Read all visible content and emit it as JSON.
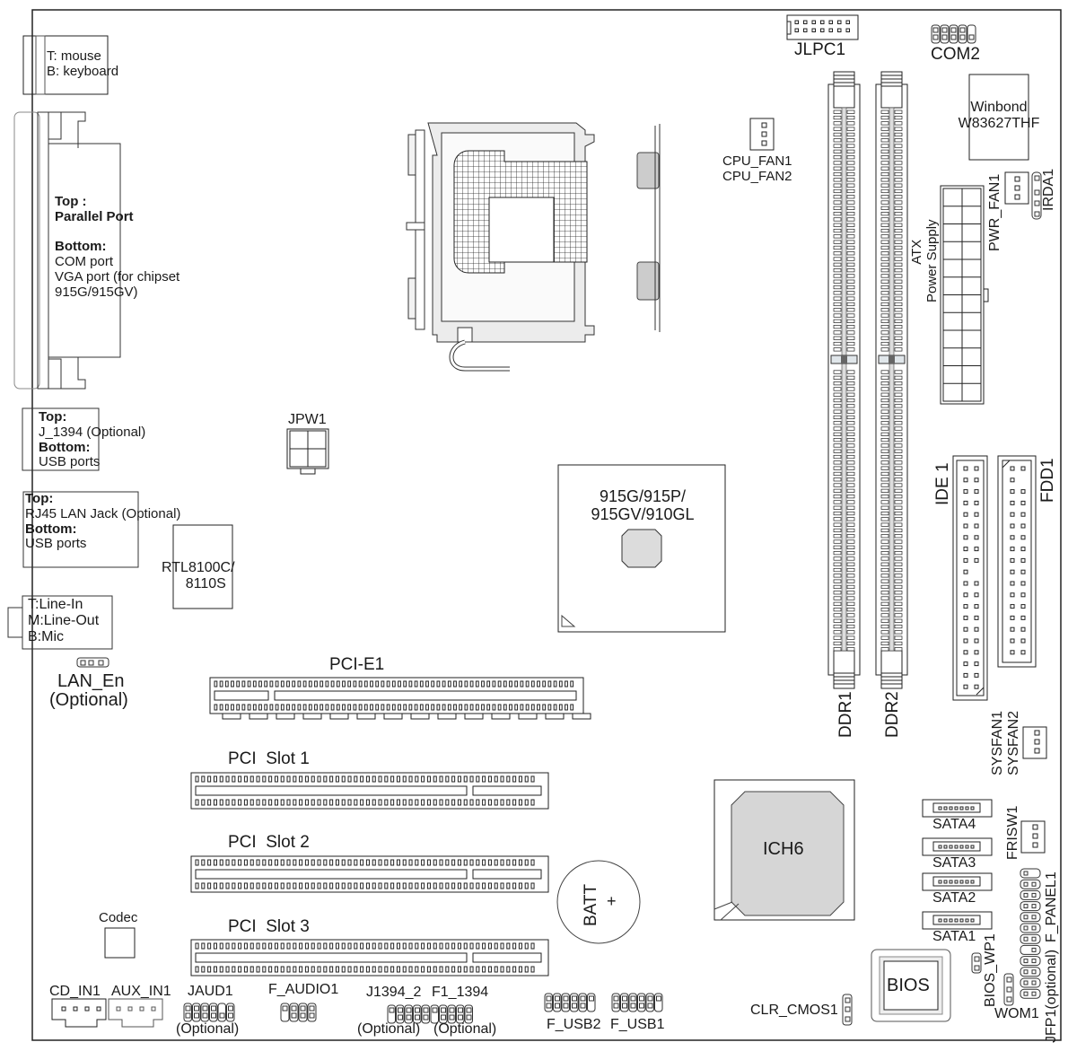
{
  "board": {
    "back_panel": {
      "ps2": [
        "T: mouse",
        "B: keyboard"
      ],
      "parallel": {
        "top_heading": "Top :",
        "top_item": "Parallel Port",
        "bottom_heading": "Bottom:",
        "bottom_items": [
          "COM port",
          "VGA port (for chipset",
          "915G/915GV)"
        ]
      },
      "j1394_usb": {
        "top_heading": "Top:",
        "top_item": "J_1394 (Optional)",
        "bottom_heading": "Bottom:",
        "bottom_item": "USB ports"
      },
      "lan_usb": {
        "top_heading": "Top:",
        "top_item": "RJ45 LAN Jack (Optional)",
        "bottom_heading": "Bottom:",
        "bottom_item": "USB ports"
      },
      "audio": [
        "T:Line-In",
        "M:Line-Out",
        "B:Mic"
      ]
    },
    "components": {
      "lan_en": "LAN_En",
      "lan_en_note": "(Optional)",
      "rtl": [
        "RTL8100C/",
        "8110S"
      ],
      "jpw1": "JPW1",
      "jlpc1": "JLPC1",
      "com2": "COM2",
      "cpu_fan": [
        "CPU_FAN1",
        "CPU_FAN2"
      ],
      "winbond": [
        "Winbond",
        "W83627THF"
      ],
      "pwr_fan": "PWR_FAN1",
      "irda": "IRDA1",
      "atx": [
        "ATX",
        "Power Supply"
      ],
      "northbridge": [
        "915G/915P/",
        "915GV/910GL"
      ],
      "ide": "IDE 1",
      "fdd": "FDD1",
      "ddr1": "DDR1",
      "ddr2": "DDR2",
      "sysfan": [
        "SYSFAN1",
        "SYSFAN2"
      ],
      "pcie": "PCI-E1",
      "pci1": "PCI  Slot 1",
      "pci2": "PCI  Slot 2",
      "pci3": "PCI  Slot 3",
      "batt": "BATT",
      "batt_sign": "+",
      "ich6": "ICH6",
      "sata": [
        "SATA4",
        "SATA3",
        "SATA2",
        "SATA1"
      ],
      "frisw": "FRISW1",
      "f_panel": "F_PANEL1",
      "jfp1": "JFP1(optional)",
      "bios": "BIOS",
      "bios_wp": "BIOS_WP1",
      "wom": "WOM1",
      "clr_cmos": "CLR_CMOS1",
      "codec": "Codec",
      "cd_in": "CD_IN1",
      "aux_in": "AUX_IN1",
      "jaud": "JAUD1",
      "jaud_note": "(Optional)",
      "f_audio": "F_AUDIO1",
      "j1394_2": "J1394_2",
      "f1_1394": "F1_1394",
      "j1394_note": "(Optional)",
      "f1394_note": "(Optional)",
      "f_usb2": "F_USB2",
      "f_usb1": "F_USB1"
    }
  }
}
